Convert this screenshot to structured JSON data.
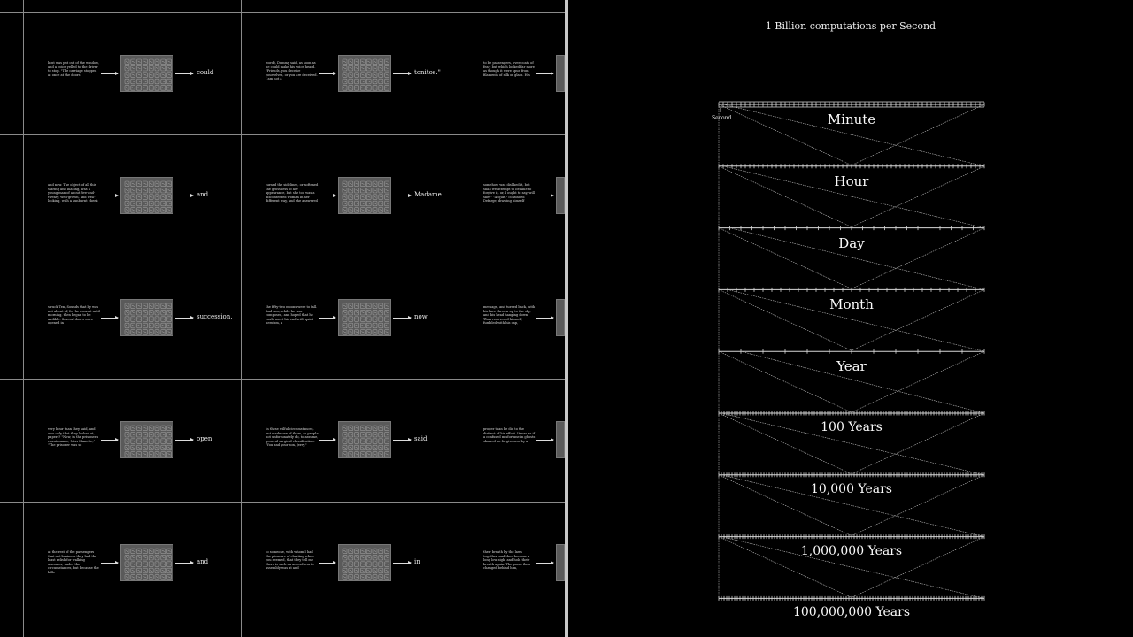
{
  "left_panel": {
    "rows": [
      {
        "cells": [
          {
            "text": "host was put out of the window, and a voice yelled to the driver to stop. \"The carriage stopped at once at the doors",
            "word": "could"
          },
          {
            "text": "word), Dummy said, as soon as he could make his voice heard. \"Friends, you deceive yourselves, or you are deceived. I am not a",
            "word": "tonitos.\""
          },
          {
            "text": "to be passengers, over-coats of fear; but which looked far more as though it were spun from filaments of silk or glass. His",
            "word": ""
          }
        ]
      },
      {
        "cells": [
          {
            "text": "and now. The object of all this staring and blazing, was a young man of about five-and-twenty, well-grown, and well-looking, with a sunburnt cheek",
            "word": "and"
          },
          {
            "text": "turned the sidelines, or softened the grossness of her appearance, but she too was a discontented woman in her different way, and she answered",
            "word": "Madame"
          },
          {
            "text": "somehow was disliked it, but shall we attempt to be able to forgive it, or, I ought to say, will she?\" \"Acquit,\" continued Defarge, drawing himself",
            "word": ""
          }
        ]
      },
      {
        "cells": [
          {
            "text": "struck Ten, Sounds that by was not about of, for he dreamt until morning, then began to be audible. Several doors were opened in",
            "word": "succession,"
          },
          {
            "text": "the fifty-two moons were to fall. And now, while he was composed, and hoped that he could meet his end with quiet heroism, a",
            "word": "now"
          },
          {
            "text": "message, and turned back, with his face thrown up to the sky, and his head hanging down. Then recovered himself, fumbled with his cap,",
            "word": ""
          }
        ]
      },
      {
        "cells": [
          {
            "text": "very hour than they said, and also only that they looked at, papers? \"Now, in the prisoner's countenance, Miss Manette,\" \"The prisoner was so",
            "word": "open"
          },
          {
            "text": "In these wilful circumstances, but made one of them, as people not unfortunately do, to assume, general surgical classification. \"You and your son, Jerry,\"",
            "word": "said"
          },
          {
            "text": "proper than he did to the distinct of his effort. It was as if a confused misfortune in ghosts showed no forgiveness by a",
            "word": ""
          }
        ]
      },
      {
        "cells": [
          {
            "text": "at the rest of the passengers that not business they had the least relish for walking uncomes, under the circumstances, but because the hills",
            "word": "and"
          },
          {
            "text": "to someone, with whom I had the pleasure of chatting when you seemed, that they tell me there is such an accord-worth assembly was at and",
            "word": "in"
          },
          {
            "text": "their breath by the laws together, and then become a long low sigh, and hold their breath again. The poem then changed behind him,",
            "word": ""
          }
        ]
      }
    ]
  },
  "right_panel": {
    "title": "1 Billion computations per Second",
    "second_label": "Second",
    "scales": [
      {
        "label": "Minute",
        "ticks": 60
      },
      {
        "label": "Hour",
        "ticks": 60
      },
      {
        "label": "Day",
        "ticks": 24
      },
      {
        "label": "Month",
        "ticks": 30
      },
      {
        "label": "Year",
        "ticks": 12
      },
      {
        "label": "100 Years",
        "ticks": 100
      },
      {
        "label": "10,000 Years",
        "ticks": 100
      },
      {
        "label": "1,000,000 Years",
        "ticks": 100
      },
      {
        "label": "100,000,000 Years",
        "ticks": 100
      }
    ]
  },
  "colors": {
    "background": "#000000",
    "grid_line": "#8a8a8a",
    "image_tile": "#5a5a5a",
    "text": "#eeeeee"
  }
}
